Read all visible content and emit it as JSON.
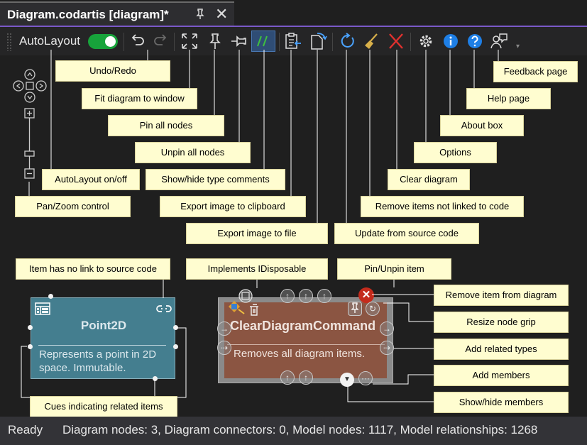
{
  "tab": {
    "title": "Diagram.codartis [diagram]*",
    "pin_icon": "pin-icon",
    "close_icon": "close-icon"
  },
  "toolbar": {
    "autolayout_label": "AutoLayout",
    "autolayout_on": true,
    "buttons": [
      "undo",
      "redo",
      "fit-to-window",
      "pin-all",
      "unpin-all",
      "type-comments",
      "export-clipboard",
      "export-file",
      "update-from-source",
      "remove-unlinked",
      "clear-diagram",
      "options",
      "about",
      "help",
      "feedback"
    ]
  },
  "callouts": {
    "undo_redo": "Undo/Redo",
    "fit_diagram": "Fit diagram to window",
    "pin_all": "Pin all nodes",
    "unpin_all": "Unpin all nodes",
    "show_hide_comments": "Show/hide type comments",
    "autolayout_onoff": "AutoLayout on/off",
    "export_clipboard": "Export image to clipboard",
    "pan_zoom": "Pan/Zoom control",
    "export_file": "Export image to file",
    "update_source": "Update from source code",
    "remove_unlinked": "Remove items not linked to code",
    "clear_diagram": "Clear diagram",
    "options": "Options",
    "about_box": "About box",
    "help_page": "Help page",
    "feedback_page": "Feedback page",
    "no_link": "Item has no link to source code",
    "implements_idisposable": "Implements IDisposable",
    "pin_unpin_item": "Pin/Unpin item",
    "remove_item": "Remove item from diagram",
    "resize_grip": "Resize node grip",
    "add_related": "Add related types",
    "add_members": "Add members",
    "show_hide_members": "Show/hide members",
    "cues_related": "Cues indicating related items"
  },
  "nodes": {
    "point2d": {
      "name": "Point2D",
      "description": "Represents a point in 2D space. Immutable."
    },
    "command": {
      "name": "ClearDiagramCommand",
      "description": "Removes all diagram items."
    }
  },
  "status": {
    "ready": "Ready",
    "stats": "Diagram nodes: 3, Diagram connectors: 0, Model nodes: 1117, Model relationships: 1268"
  },
  "colors": {
    "accent": "#7a59c8",
    "toggle_on": "#17a33b",
    "callout_bg": "#fffdd0",
    "point_node": "#447e8f",
    "command_node": "#8b5542"
  }
}
